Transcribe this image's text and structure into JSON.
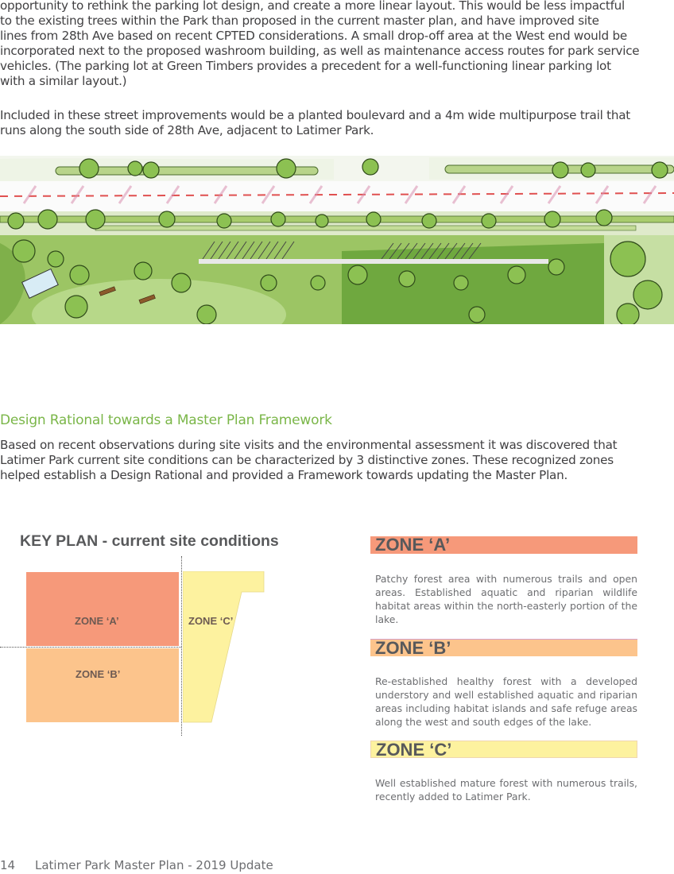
{
  "paragraph1": {
    "lines": [
      "opportunity to rethink the parking lot design, and create a more linear layout. This would be less impactful",
      "to the existing trees within the Park than proposed in the current master plan, and have improved site",
      "lines from 28th Ave based on recent CPTED considerations. A small drop-off area at the West end would be",
      "incorporated next to the proposed washroom building, as well as maintenance access routes for park service",
      "vehicles.  (The parking lot at Green Timbers provides a precedent for a well-functioning linear parking lot",
      "with a similar layout.)"
    ]
  },
  "paragraph2": {
    "lines": [
      "Included in these street improvements would be a planted boulevard and a 4m wide multipurpose trail that",
      "runs along the south side of 28th Ave, adjacent to Latimer Park."
    ]
  },
  "section": {
    "title": "Design Rational towards a Master Plan Framework",
    "lines": [
      "Based on recent observations during site visits and the environmental assessment it was discovered that",
      "Latimer Park current site conditions can be characterized by  3 distinctive zones. These recognized zones",
      "helped establish a Design Rational and provided a Framework towards updating the Master Plan."
    ]
  },
  "key_plan": {
    "title": "KEY PLAN - current site conditions",
    "zone_a_label": "ZONE ‘A’",
    "zone_b_label": "ZONE ‘B’",
    "zone_c_label": "ZONE ‘C’"
  },
  "zones": [
    {
      "heading": "ZONE ‘A’",
      "color": "#f6997a",
      "description": "Patchy forest area with numerous trails and open areas. Established aquatic and riparian wildlife habitat areas within the north-easterly portion of the lake."
    },
    {
      "heading": "ZONE ‘B’",
      "color": "#fcc48c",
      "description": "Re-established healthy forest with a developed understory and well established aquatic and riparian areas including habitat islands and safe refuge areas along the west and south edges of the lake."
    },
    {
      "heading": "ZONE ‘C’",
      "color": "#fdf29f",
      "description": "Well established mature forest with numerous trails, recently added to Latimer Park."
    }
  ],
  "footer": {
    "page_number": "14",
    "document_title": "Latimer Park Master Plan - 2019 Update"
  }
}
